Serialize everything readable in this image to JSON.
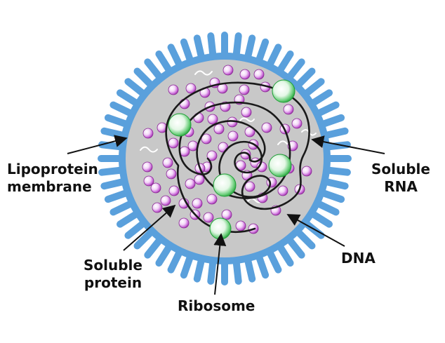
{
  "colors": {
    "membrane": "#5aa0dc",
    "cytoplasm": "#c8c8c8",
    "protein_fill": "#ffffff",
    "protein_rim": "#d27be0",
    "protein_core": "#9c2fa6",
    "ribosome_core": "#ffffff",
    "ribosome_rim": "#2fb84a",
    "dna": "#1a1a1a",
    "rna": "#ffffff",
    "text": "#111111",
    "arrow": "#111111"
  },
  "icons": {
    "membrane": "lipid-bilayer-spokes",
    "protein": "purple-sphere",
    "ribosome": "green-sphere",
    "dna": "black-coiled-line",
    "rna": "white-wavy-strand"
  },
  "labels": {
    "lipoprotein_line1": "Lipoprotein",
    "lipoprotein_line2": "membrane",
    "soluble_protein_line1": "Soluble",
    "soluble_protein_line2": "protein",
    "ribosome": "Ribosome",
    "dna": "DNA",
    "soluble_rna_line1": "Soluble",
    "soluble_rna_line2": "RNA"
  }
}
